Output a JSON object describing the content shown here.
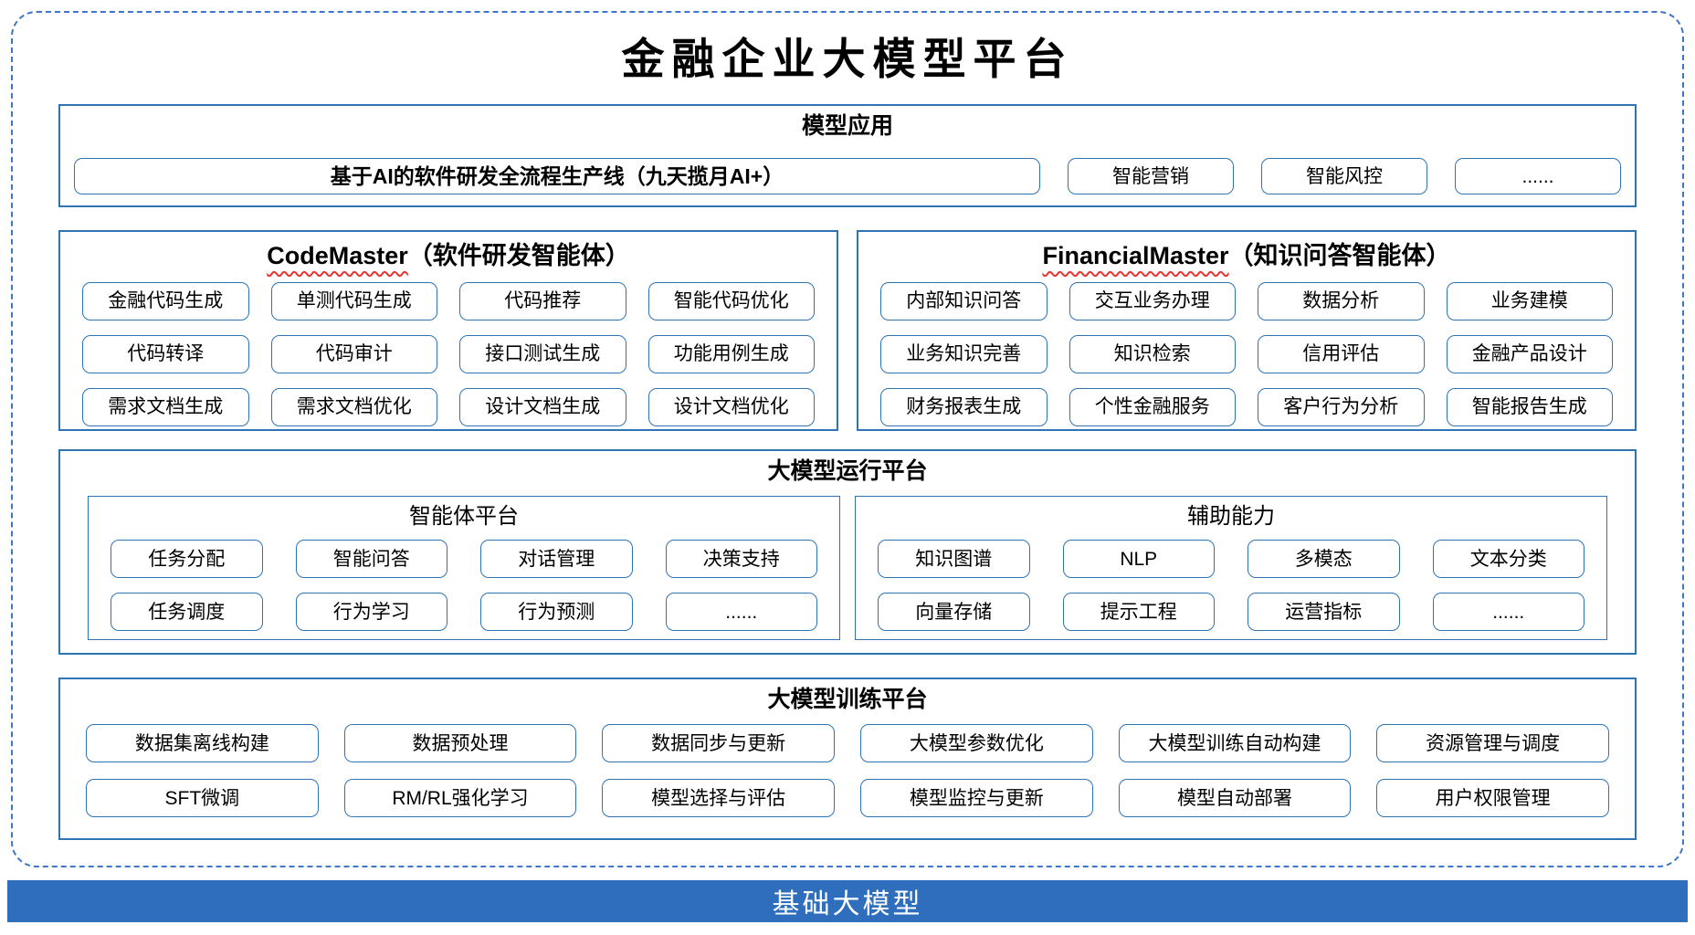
{
  "title": "金融企业大模型平台",
  "colors": {
    "frame_dashed_blue": "#4076C9",
    "box_border_blue": "#2E74B5",
    "base_bar_blue": "#2E6EBD",
    "spellcheck_wavy_red": "#E8332E"
  },
  "model_applications": {
    "header": "模型应用",
    "main_item": "基于AI的软件研发全流程生产线（九天揽月AI+）",
    "items": [
      "智能营销",
      "智能风控",
      "......"
    ]
  },
  "agents": [
    {
      "name_en": "CodeMaster",
      "name_cn": "（软件研发智能体）",
      "items": [
        "金融代码生成",
        "单测代码生成",
        "代码推荐",
        "智能代码优化",
        "代码转译",
        "代码审计",
        "接口测试生成",
        "功能用例生成",
        "需求文档生成",
        "需求文档优化",
        "设计文档生成",
        "设计文档优化"
      ]
    },
    {
      "name_en": "FinancialMaster",
      "name_cn": "（知识问答智能体）",
      "items": [
        "内部知识问答",
        "交互业务办理",
        "数据分析",
        "业务建模",
        "业务知识完善",
        "知识检索",
        "信用评估",
        "金融产品设计",
        "财务报表生成",
        "个性金融服务",
        "客户行为分析",
        "智能报告生成"
      ]
    }
  ],
  "runtime_platform": {
    "header": "大模型运行平台",
    "groups": [
      {
        "header": "智能体平台",
        "items": [
          "任务分配",
          "智能问答",
          "对话管理",
          "决策支持",
          "任务调度",
          "行为学习",
          "行为预测",
          "......"
        ]
      },
      {
        "header": "辅助能力",
        "items": [
          "知识图谱",
          "NLP",
          "多模态",
          "文本分类",
          "向量存储",
          "提示工程",
          "运营指标",
          "......"
        ]
      }
    ]
  },
  "training_platform": {
    "header": "大模型训练平台",
    "items": [
      "数据集离线构建",
      "数据预处理",
      "数据同步与更新",
      "大模型参数优化",
      "大模型训练自动构建",
      "资源管理与调度",
      "SFT微调",
      "RM/RL强化学习",
      "模型选择与评估",
      "模型监控与更新",
      "模型自动部署",
      "用户权限管理"
    ]
  },
  "base_bar": {
    "label": "基础大模型"
  }
}
